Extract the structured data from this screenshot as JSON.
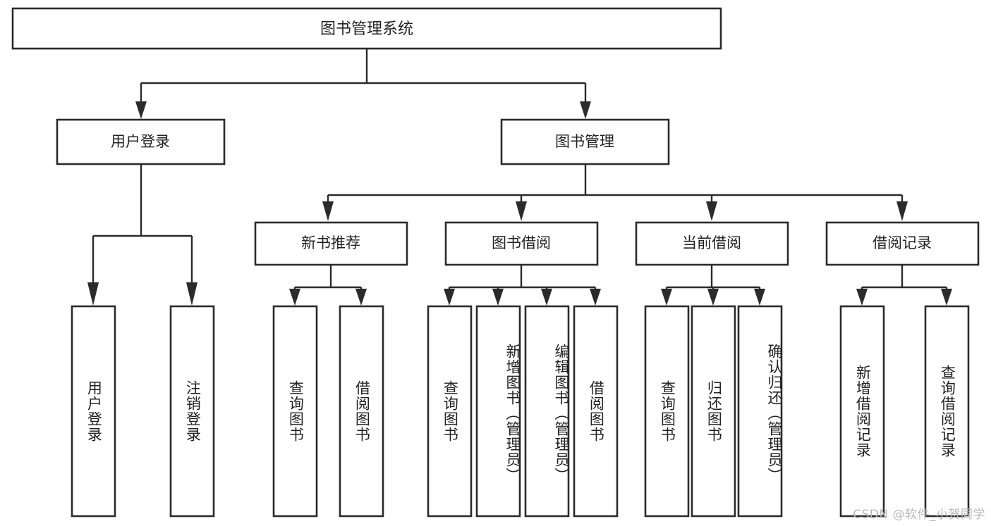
{
  "diagram": {
    "type": "tree-hierarchy",
    "title": "图书管理系统",
    "watermark": "CSDN @软件_小贺同学",
    "colors": {
      "stroke": "#2b2b2b",
      "fill": "#ffffff",
      "text": "#222222",
      "watermark": "#b9b9b9",
      "background": "#ffffff"
    },
    "levels": {
      "root": {
        "label": "图书管理系统"
      },
      "level2": [
        {
          "label": "用户登录"
        },
        {
          "label": "图书管理"
        }
      ],
      "level3": [
        {
          "label": "新书推荐"
        },
        {
          "label": "图书借阅"
        },
        {
          "label": "当前借阅"
        },
        {
          "label": "借阅记录"
        }
      ]
    },
    "leaves": {
      "user_login": [
        {
          "label": "用户登录"
        },
        {
          "label": "注销登录"
        }
      ],
      "new_book_recommend": [
        {
          "label": "查询图书"
        },
        {
          "label": "借阅图书"
        }
      ],
      "book_borrow": [
        {
          "label": "查询图书"
        },
        {
          "label": "新增图书（管理员）"
        },
        {
          "label": "编辑图书（管理员）"
        },
        {
          "label": "借阅图书"
        }
      ],
      "current_borrow": [
        {
          "label": "查询图书"
        },
        {
          "label": "归还图书"
        },
        {
          "label": "确认归还（管理员）"
        }
      ],
      "borrow_record": [
        {
          "label": "新增借阅记录"
        },
        {
          "label": "查询借阅记录"
        }
      ]
    }
  }
}
